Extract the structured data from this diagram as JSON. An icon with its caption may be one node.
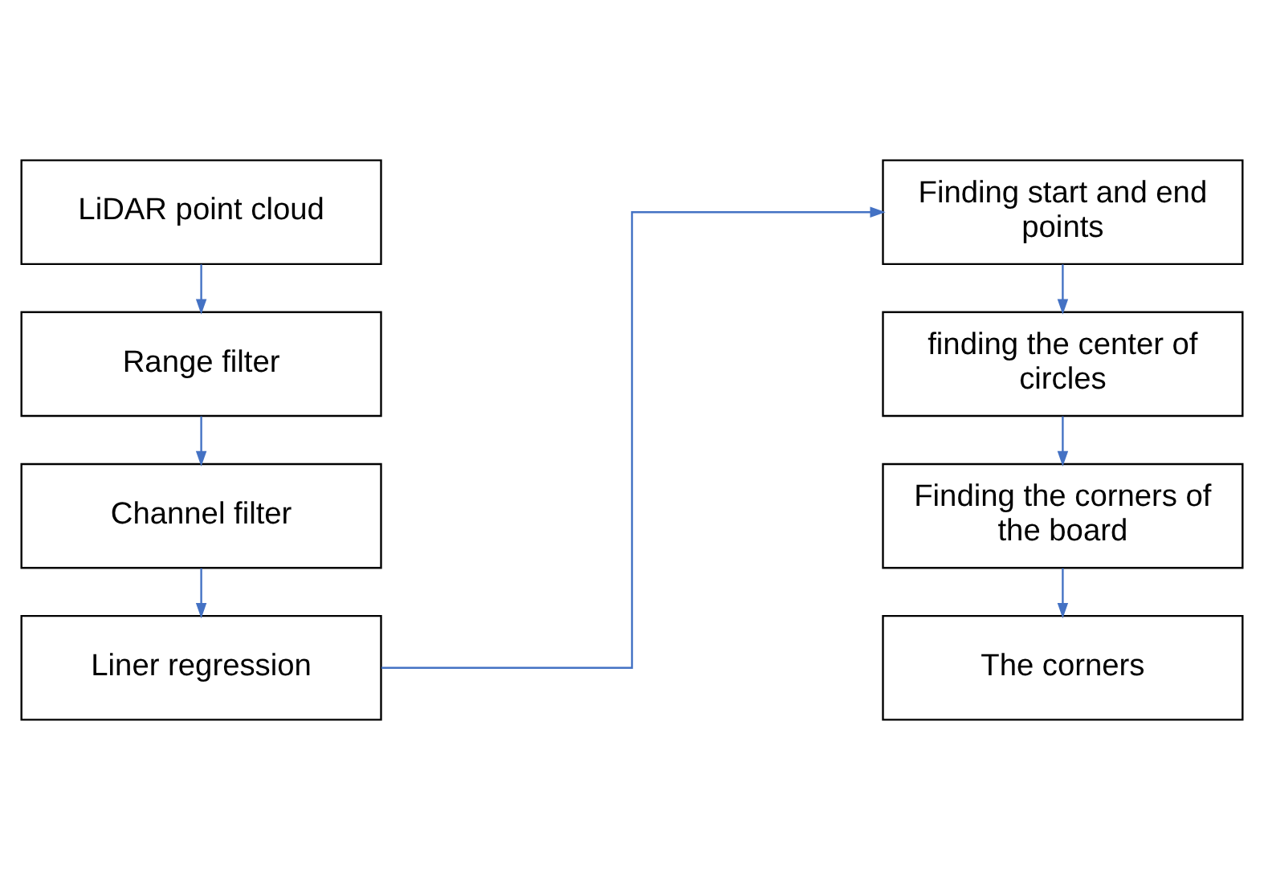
{
  "diagram": {
    "nodes": [
      {
        "text": [
          "LiDAR point cloud"
        ]
      },
      {
        "text": [
          "Range filter"
        ]
      },
      {
        "text": [
          "Channel filter"
        ]
      },
      {
        "text": [
          "Liner regression"
        ]
      },
      {
        "text": [
          "Finding start and end points"
        ]
      },
      {
        "text": [
          "finding the center of circles"
        ]
      },
      {
        "text": [
          "Finding the corners of the board"
        ]
      },
      {
        "text": [
          "The corners"
        ]
      }
    ],
    "edges": [
      {
        "from": 0,
        "to": 1,
        "arrow": "to"
      },
      {
        "from": 1,
        "to": 2,
        "arrow": "to"
      },
      {
        "from": 2,
        "to": 3,
        "arrow": "to"
      },
      {
        "from": 3,
        "to": 4,
        "arrow": "to"
      },
      {
        "from": 4,
        "to": 5,
        "arrow": "to"
      },
      {
        "from": 5,
        "to": 6,
        "arrow": "to"
      },
      {
        "from": 6,
        "to": 7,
        "arrow": "to"
      }
    ]
  }
}
